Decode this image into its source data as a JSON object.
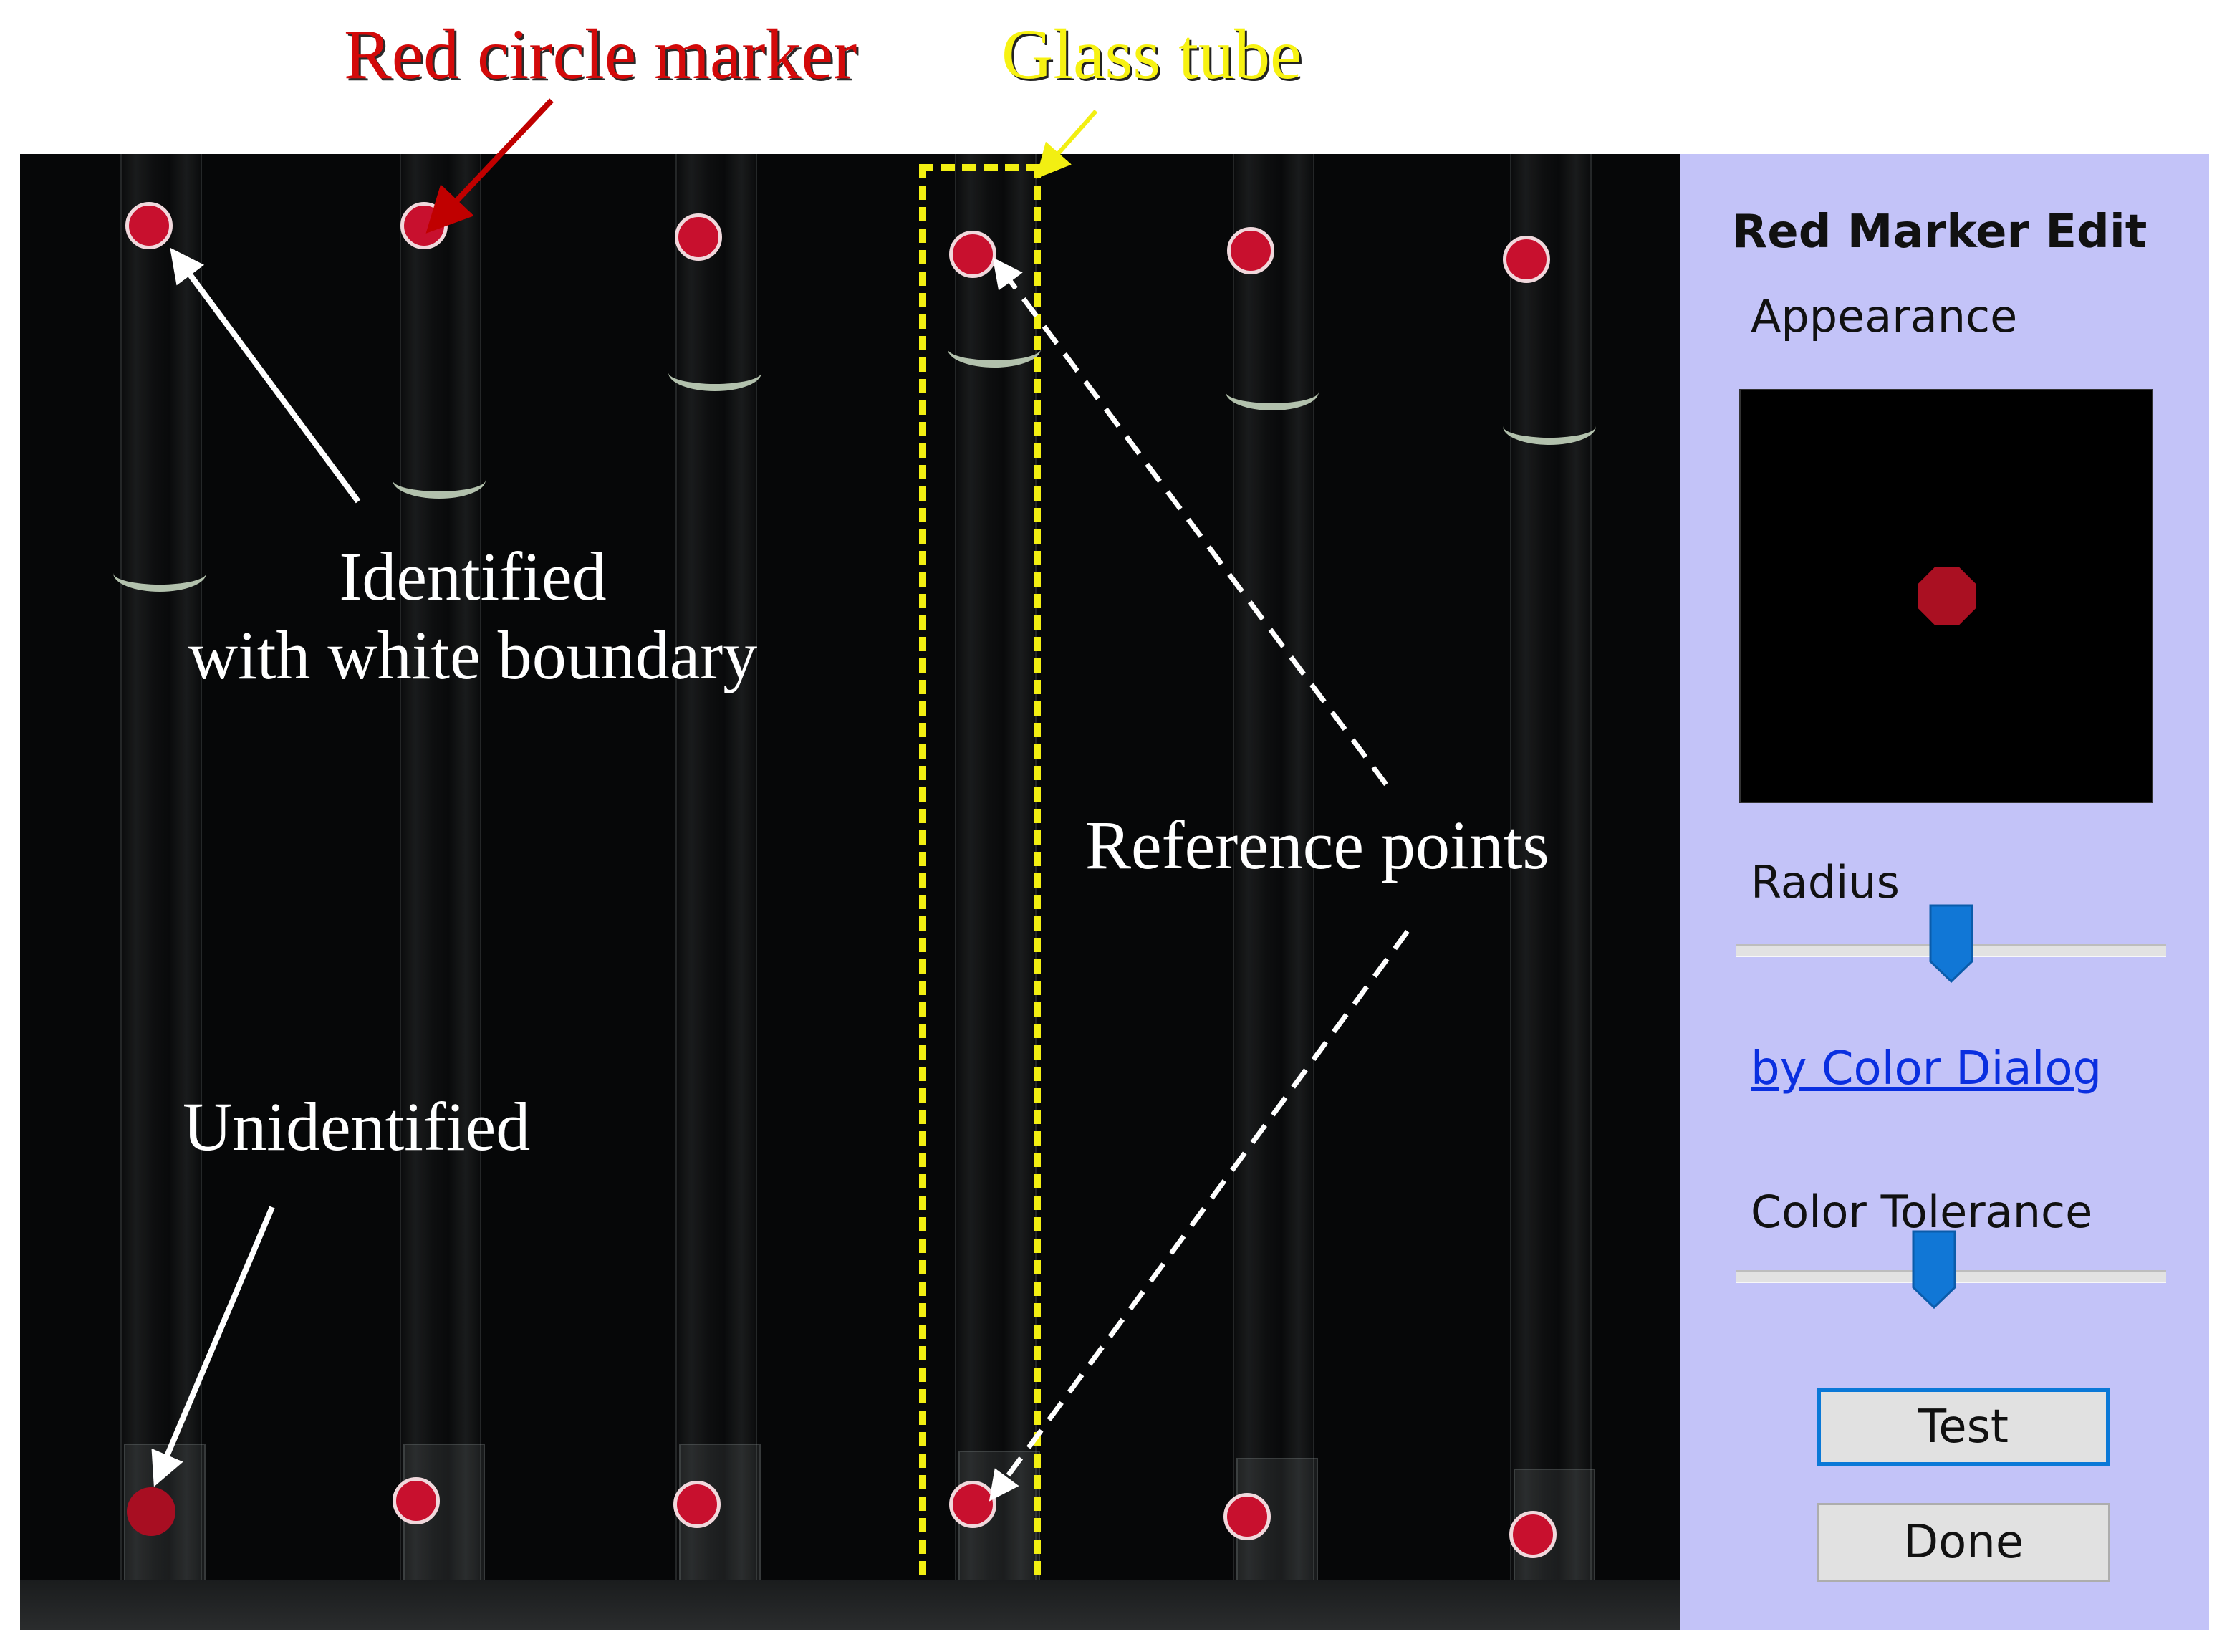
{
  "annotations": {
    "red_circle_marker": "Red circle marker",
    "glass_tube": "Glass tube",
    "identified_line1": "Identified",
    "identified_line2": "with white boundary",
    "unidentified": "Unidentified",
    "reference_points": "Reference points"
  },
  "panel": {
    "title": "Red Marker Edit",
    "appearance_label": "Appearance",
    "radius_label": "Radius",
    "radius_value": 0.5,
    "color_dialog_link": "by Color Dialog",
    "color_tolerance_label": "Color Tolerance",
    "color_tolerance_value": 0.46,
    "test_button": "Test",
    "done_button": "Done"
  },
  "colors": {
    "panel_bg": "#c3c3f8",
    "marker_red": "#c8102e",
    "highlight_yellow": "#f2ef12",
    "link_blue": "#0a2fe0",
    "focus_blue": "#0a78d7",
    "slider_thumb": "#1177d6"
  }
}
